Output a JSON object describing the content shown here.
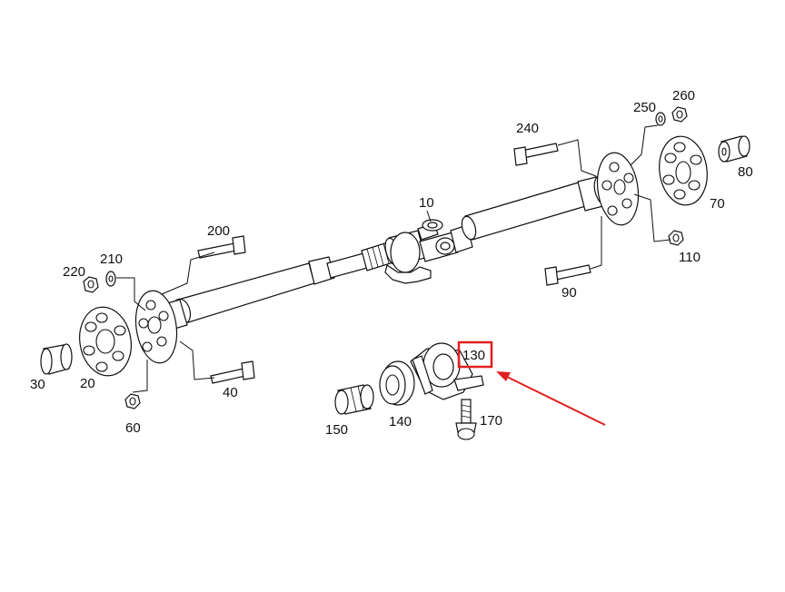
{
  "diagram": {
    "part_labels": {
      "p10": "10",
      "p20": "20",
      "p30": "30",
      "p40": "40",
      "p60": "60",
      "p70": "70",
      "p80": "80",
      "p90": "90",
      "p110": "110",
      "p130": "130",
      "p140": "140",
      "p150": "150",
      "p170": "170",
      "p200": "200",
      "p210": "210",
      "p220": "220",
      "p240": "240",
      "p250": "250",
      "p260": "260"
    },
    "highlighted_part": "130",
    "colors": {
      "line": "#111111",
      "highlight": "#e0201f",
      "background": "#ffffff"
    }
  }
}
